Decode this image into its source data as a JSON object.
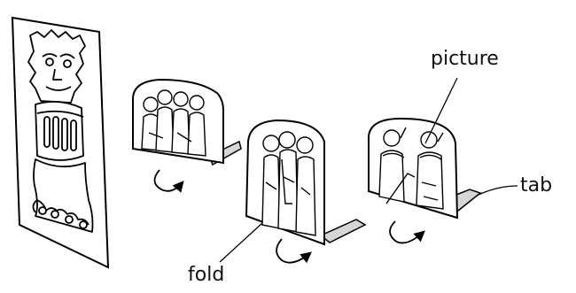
{
  "labels": {
    "picture": "picture",
    "tab": "tab",
    "fold": "fold"
  },
  "colors": {
    "stroke": "#000000",
    "tab_fill": "#d6d6d6",
    "panel_fill": "#ffffff"
  }
}
